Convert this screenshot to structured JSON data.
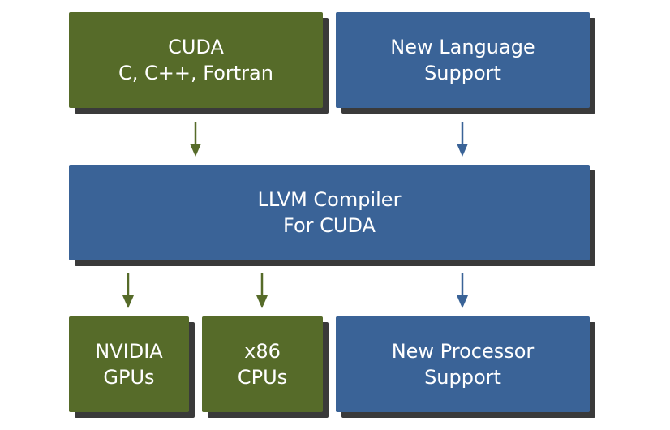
{
  "boxes": {
    "cuda": {
      "line1": "CUDA",
      "line2": "C, C++, Fortran",
      "color": "#566b29"
    },
    "new_language": {
      "line1": "New Language",
      "line2": "Support",
      "color": "#3a6397"
    },
    "llvm": {
      "line1": "LLVM Compiler",
      "line2": "For CUDA",
      "color": "#3a6397"
    },
    "nvidia": {
      "line1": "NVIDIA",
      "line2": "GPUs",
      "color": "#566b29"
    },
    "x86": {
      "line1": "x86",
      "line2": "CPUs",
      "color": "#566b29"
    },
    "new_processor": {
      "line1": "New Processor",
      "line2": "Support",
      "color": "#3a6397"
    }
  },
  "colors": {
    "green": "#566b29",
    "blue": "#3a6397",
    "shadow": "#3a3a3a"
  }
}
